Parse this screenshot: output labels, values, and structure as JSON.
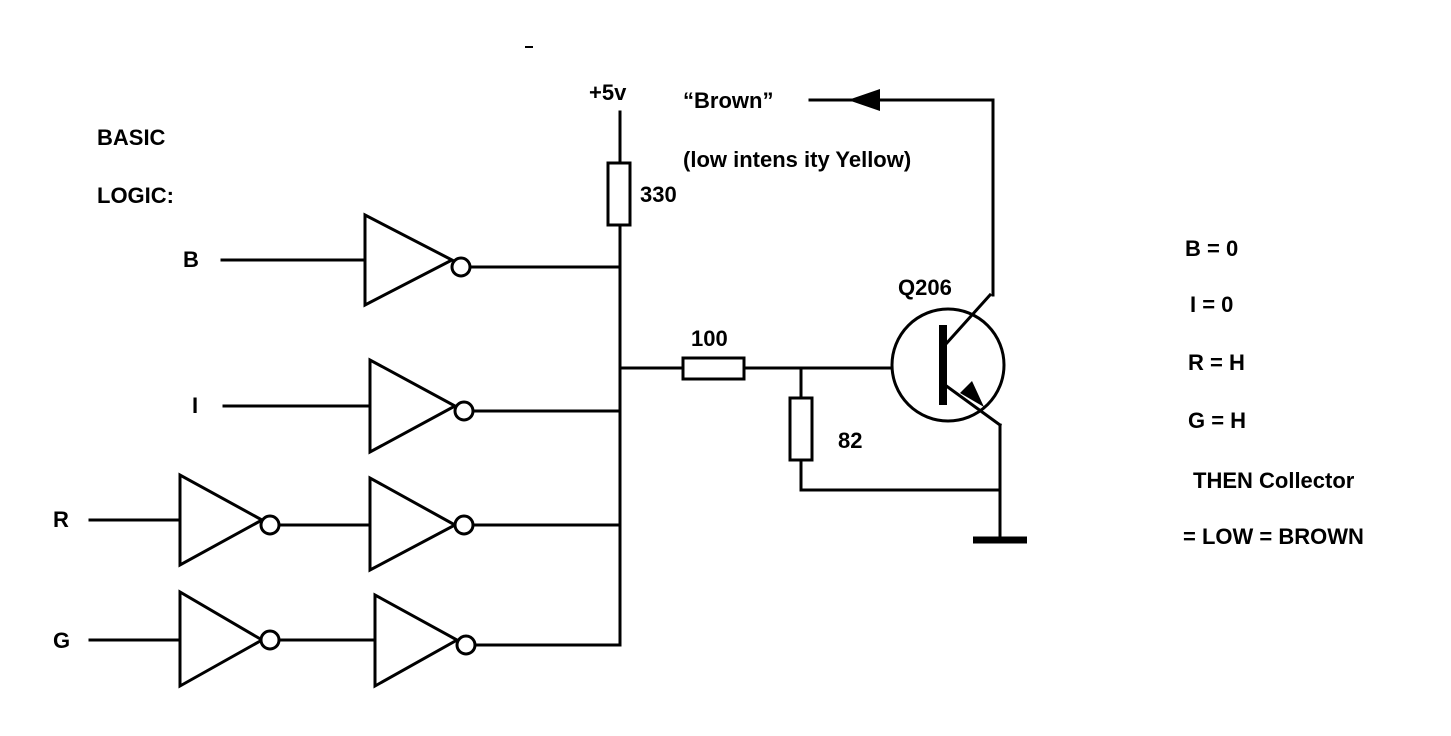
{
  "labels": {
    "title_line1": "BASIC",
    "title_line2": "LOGIC:",
    "supply": "+5v",
    "r_pullup": "330",
    "r_base": "100",
    "r_shunt": "82",
    "transistor": "Q206",
    "output_name": "“Brown”",
    "output_note": "(low intens ity Yellow)",
    "inputs": [
      "B",
      "I",
      "R",
      "G"
    ]
  },
  "conditions": [
    "B = 0",
    "I = 0",
    "R = H",
    "G = H",
    "THEN Collector",
    "= LOW = BROWN"
  ],
  "colors": {
    "ink": "#000000",
    "background": "#ffffff"
  }
}
